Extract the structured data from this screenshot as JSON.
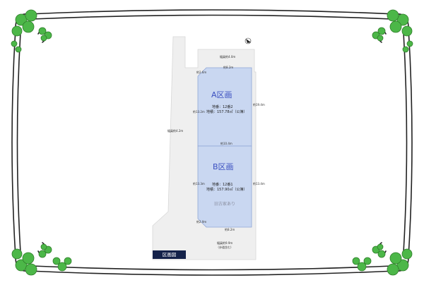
{
  "dims": {
    "road_top": "幅員約4.0m",
    "top_edge": "約8.2m",
    "a_top_corner": "約2.6m",
    "a_left": "約13.2m",
    "a_right": "約19.4m",
    "road_left": "幅員約4.2m",
    "middle": "約10.4m",
    "b_left": "約13.3m",
    "b_right": "約13.4m",
    "b_bottom_corner": "約2.9m",
    "bottom_edge": "約8.2m",
    "road_bottom_1": "幅員約9.9m",
    "road_bottom_2": "（歩道含む）"
  },
  "lot_a": {
    "name": "A区画",
    "chiban": "地番：12番2",
    "area": "地積：157.78㎡（公簿）"
  },
  "lot_b": {
    "name": "B区画",
    "chiban": "地番：12番1",
    "area": "地積：157.90㎡（公簿）",
    "note": "旧古家あり"
  },
  "badge": "区画図",
  "colors": {
    "lot_fill": "#c9d7f1",
    "lot_stroke": "#8fa6d6",
    "road_fill": "#efefef",
    "clover": "#4cb748",
    "frame": "#222222"
  }
}
